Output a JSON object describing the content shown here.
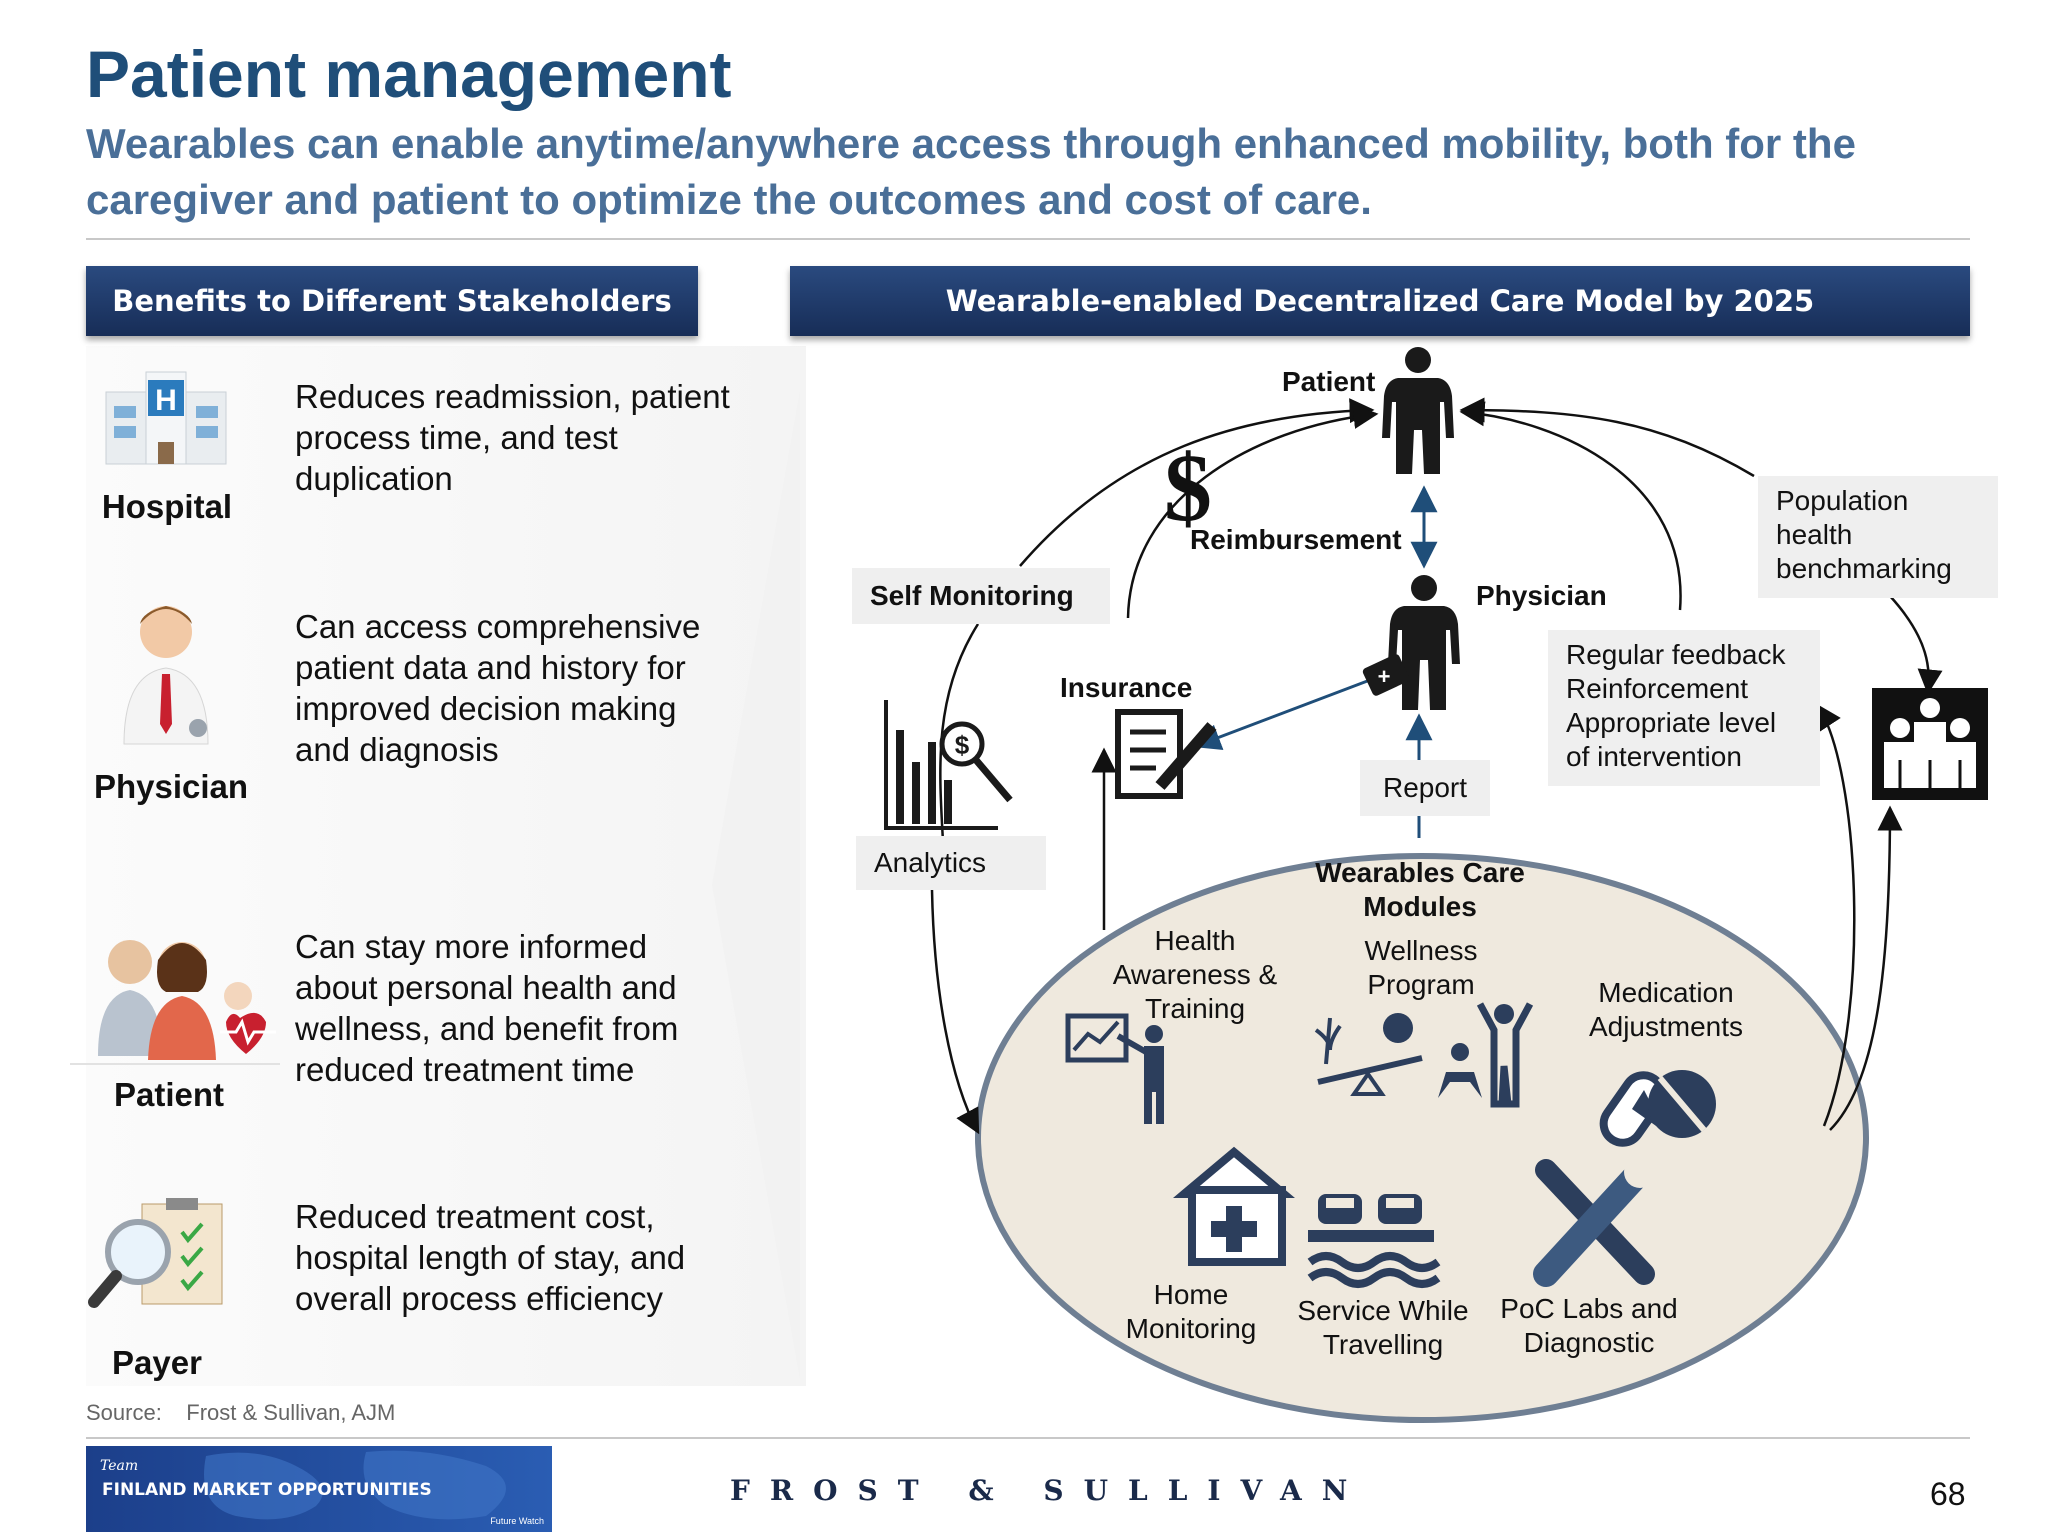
{
  "title": "Patient management",
  "subtitle": "Wearables can enable anytime/anywhere access through enhanced mobility, both for the caregiver and patient to optimize the outcomes and cost of care.",
  "left_panel": {
    "header": "Benefits to Different Stakeholders",
    "stakeholders": [
      {
        "name": "Hospital",
        "icon": "hospital-icon",
        "text": "Reduces readmission, patient process time, and test duplication"
      },
      {
        "name": "Physician",
        "icon": "physician-icon",
        "text": "Can access comprehensive patient data and history for improved decision making and diagnosis"
      },
      {
        "name": "Patient",
        "icon": "patient-family-icon",
        "text": "Can stay more informed about personal health and wellness, and benefit from reduced treatment time"
      },
      {
        "name": "Payer",
        "icon": "magnifier-checklist-icon",
        "text": "Reduced treatment cost, hospital length of stay, and overall process efficiency"
      }
    ]
  },
  "right_panel": {
    "header": "Wearable-enabled Decentralized Care Model by 2025",
    "nodes": {
      "patient": "Patient",
      "physician": "Physician",
      "reimbursement": "Reimbursement",
      "insurance": "Insurance",
      "self_monitoring": "Self Monitoring",
      "analytics": "Analytics",
      "report": "Report",
      "population": "Population health benchmarking",
      "feedback": "Regular feedback Reinforcement Appropriate level of intervention"
    },
    "modules": {
      "title": "Wearables Care Modules",
      "health_awareness": "Health Awareness & Training",
      "wellness": "Wellness Program",
      "medication": "Medication Adjustments",
      "home_monitoring": "Home Monitoring",
      "service_travel": "Service While Travelling",
      "poc_labs": "PoC Labs and Diagnostic"
    },
    "colors": {
      "icon": "#2c3e5c",
      "ellipse_fill": "#efe9de",
      "ellipse_stroke": "#6f7f93",
      "arrow_blue": "#1f4e79"
    }
  },
  "footer": {
    "source": "Source:    Frost & Sullivan, AJM",
    "banner": "FINLAND MARKET OPPORTUNITIES",
    "banner_team": "Team",
    "banner_sub": "Future Watch",
    "logo": "FROST & SULLIVAN",
    "page_number": "68"
  }
}
